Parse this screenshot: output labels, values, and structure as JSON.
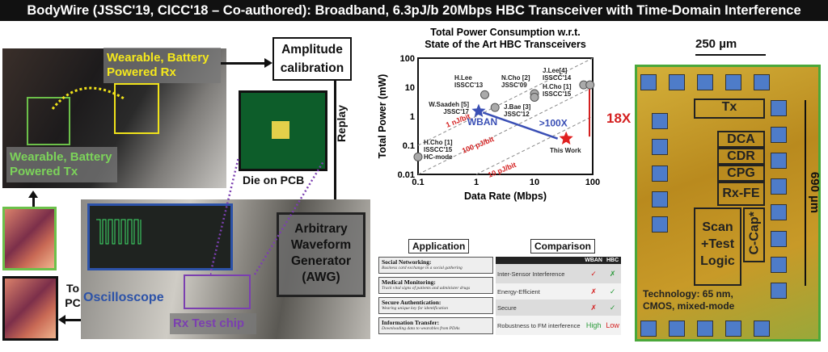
{
  "title": "BodyWire (JSSC'19, CICC'18 – Co-authored): Broadband, 6.3pJ/b 20Mbps HBC Transceiver with Time-Domain Interference Rejection",
  "setup": {
    "rx_label": "Wearable, Battery Powered Rx",
    "tx_label": "Wearable, Battery Powered Tx",
    "amplitude": "Amplitude calibration",
    "die_label": "Die on PCB",
    "replay": "Replay",
    "awg": "Arbitrary Waveform Generator (AWG)",
    "oscilloscope": "Oscilloscope",
    "rx_chip": "Rx Test chip",
    "to_pc": "To PC"
  },
  "chart_data": {
    "type": "scatter",
    "title": "Total Power Consumption w.r.t. State of the Art HBC Transceivers",
    "xlabel": "Data Rate (Mbps)",
    "ylabel": "Total Power (mW)",
    "xscale": "log",
    "yscale": "log",
    "xlim": [
      0.1,
      100
    ],
    "ylim": [
      0.01,
      100
    ],
    "xticks": [
      "0.1",
      "1",
      "10",
      "100"
    ],
    "yticks": [
      "0.01",
      "0.1",
      "1",
      "10",
      "100"
    ],
    "points": [
      {
        "label": "H.Lee ISSCC'13",
        "x": 1.4,
        "y": 5.5,
        "marker": "circle"
      },
      {
        "label": "W.Saadeh [5] JSSC'17",
        "x": 1.1,
        "y": 1.5,
        "marker": "star",
        "color": "#3a4fb5"
      },
      {
        "label": "J.Bae [3] JSSC'12",
        "x": 2.1,
        "y": 2.0,
        "marker": "circle"
      },
      {
        "label": "N.Cho [2] JSSC'09",
        "x": 10,
        "y": 6.0,
        "marker": "circle"
      },
      {
        "label": "",
        "x": 10,
        "y": 4.5,
        "marker": "circle"
      },
      {
        "label": "J.Lee[4] ISSCC'14",
        "x": 70,
        "y": 12,
        "marker": "circle"
      },
      {
        "label": "H.Cho [1] ISSCC'15",
        "x": 90,
        "y": 12,
        "marker": "circle"
      },
      {
        "label": "H.Cho [1] ISSCC'15 HC-mode",
        "x": 0.1,
        "y": 0.04,
        "marker": "circle"
      },
      {
        "label": "This Work",
        "x": 35,
        "y": 0.17,
        "marker": "star",
        "color": "#e02020"
      }
    ],
    "energy_lines": [
      {
        "label": "1 nJ/bit",
        "mw_per_mbps": 1
      },
      {
        "label": "100 pJ/bit",
        "mw_per_mbps": 0.1
      },
      {
        "label": "10 pJ/bit",
        "mw_per_mbps": 0.01
      }
    ],
    "annotations": {
      "wban": "WBAN",
      "improvement": ">100X",
      "ratio": "18X"
    }
  },
  "application": {
    "header": "Application",
    "rows": [
      {
        "title": "Social Networking:",
        "desc": "Business card exchange in a social gathering"
      },
      {
        "title": "Medical Monitoring:",
        "desc": "Track vital signs of patients and administer drugs"
      },
      {
        "title": "Secure Authentication:",
        "desc": "Wearing unique key for identification"
      },
      {
        "title": "Information Transfer:",
        "desc": "Downloading data to wearables from PDAs"
      }
    ]
  },
  "comparison": {
    "header": "Comparison",
    "cols": [
      "WBAN",
      "HBC"
    ],
    "rows": [
      {
        "name": "Inter-Sensor Interference",
        "wban": "✓",
        "hbc": "✗"
      },
      {
        "name": "Energy-Efficient",
        "wban": "✗",
        "hbc": "✓"
      },
      {
        "name": "Secure",
        "wban": "✗",
        "hbc": "✓"
      },
      {
        "name": "Robustness to FM interference",
        "wban": "High",
        "hbc": "Low"
      }
    ]
  },
  "die": {
    "width": "250 µm",
    "height": "690 µm",
    "blocks": [
      "Tx",
      "DCA",
      "CDR",
      "CPG",
      "Rx-FE",
      "Scan +Test Logic",
      "C-Cap*"
    ],
    "tech": "Technology: 65 nm, CMOS, mixed-mode"
  }
}
